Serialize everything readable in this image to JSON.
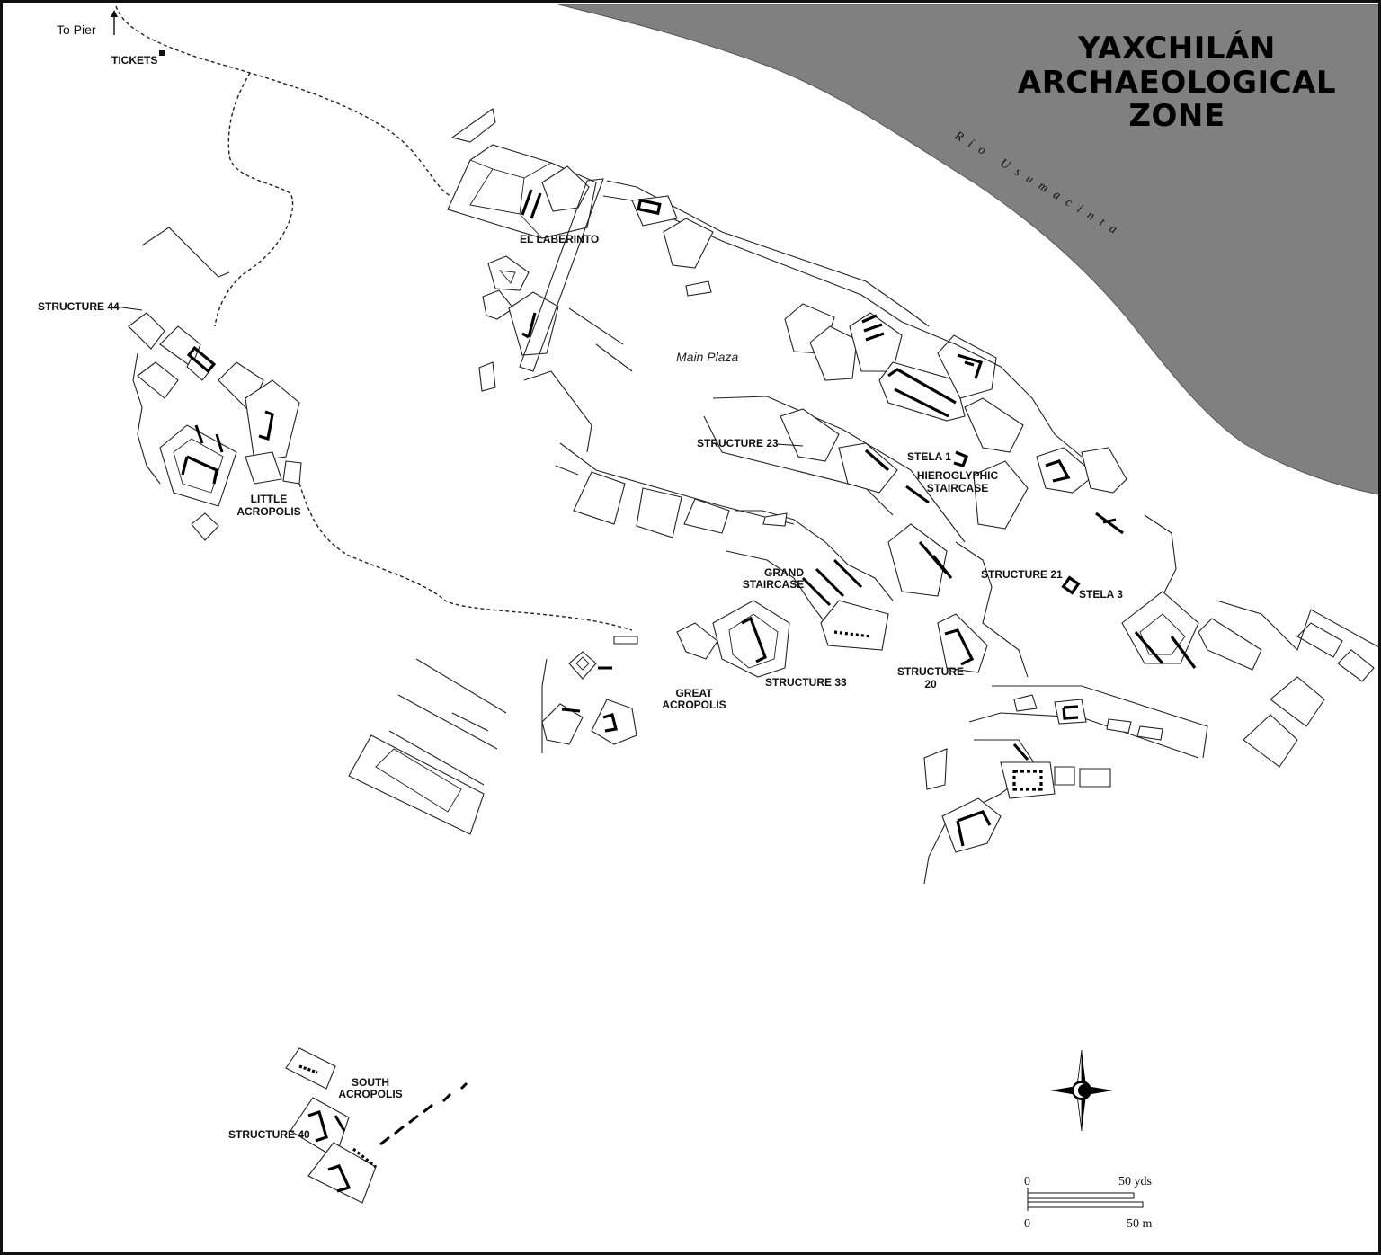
{
  "map": {
    "title_lines": [
      "YAXCHILÁN",
      "ARCHAEOLOGICAL",
      "ZONE"
    ],
    "river_label": "Río Usumacinta",
    "plaza_label": "Main Plaza",
    "colors": {
      "river": "#808080",
      "ink": "#222222",
      "background": "#ffffff"
    }
  },
  "labels": {
    "to_pier": "To Pier",
    "tickets": "TICKETS",
    "el_laberinto": "EL LABERINTO",
    "structure_44": "STRUCTURE 44",
    "little_acropolis_1": "LITTLE",
    "little_acropolis_2": "ACROPOLIS",
    "structure_23": "STRUCTURE 23",
    "stela_1": "STELA 1",
    "hieroglyphic_1": "HIEROGLYPHIC",
    "hieroglyphic_2": "STAIRCASE",
    "grand_staircase_1": "GRAND",
    "grand_staircase_2": "STAIRCASE",
    "structure_21": "STRUCTURE 21",
    "stela_3": "STELA 3",
    "structure_33": "STRUCTURE 33",
    "structure_20_1": "STRUCTURE",
    "structure_20_2": "20",
    "great_acropolis_1": "GREAT",
    "great_acropolis_2": "ACROPOLIS",
    "south_acropolis_1": "SOUTH",
    "south_acropolis_2": "ACROPOLIS",
    "structure_40": "STRUCTURE 40"
  },
  "scale_bar": {
    "yds_zero": "0",
    "yds_label": "50 yds",
    "m_zero": "0",
    "m_label": "50 m"
  },
  "compass": {
    "icon": "compass-rose-icon"
  }
}
